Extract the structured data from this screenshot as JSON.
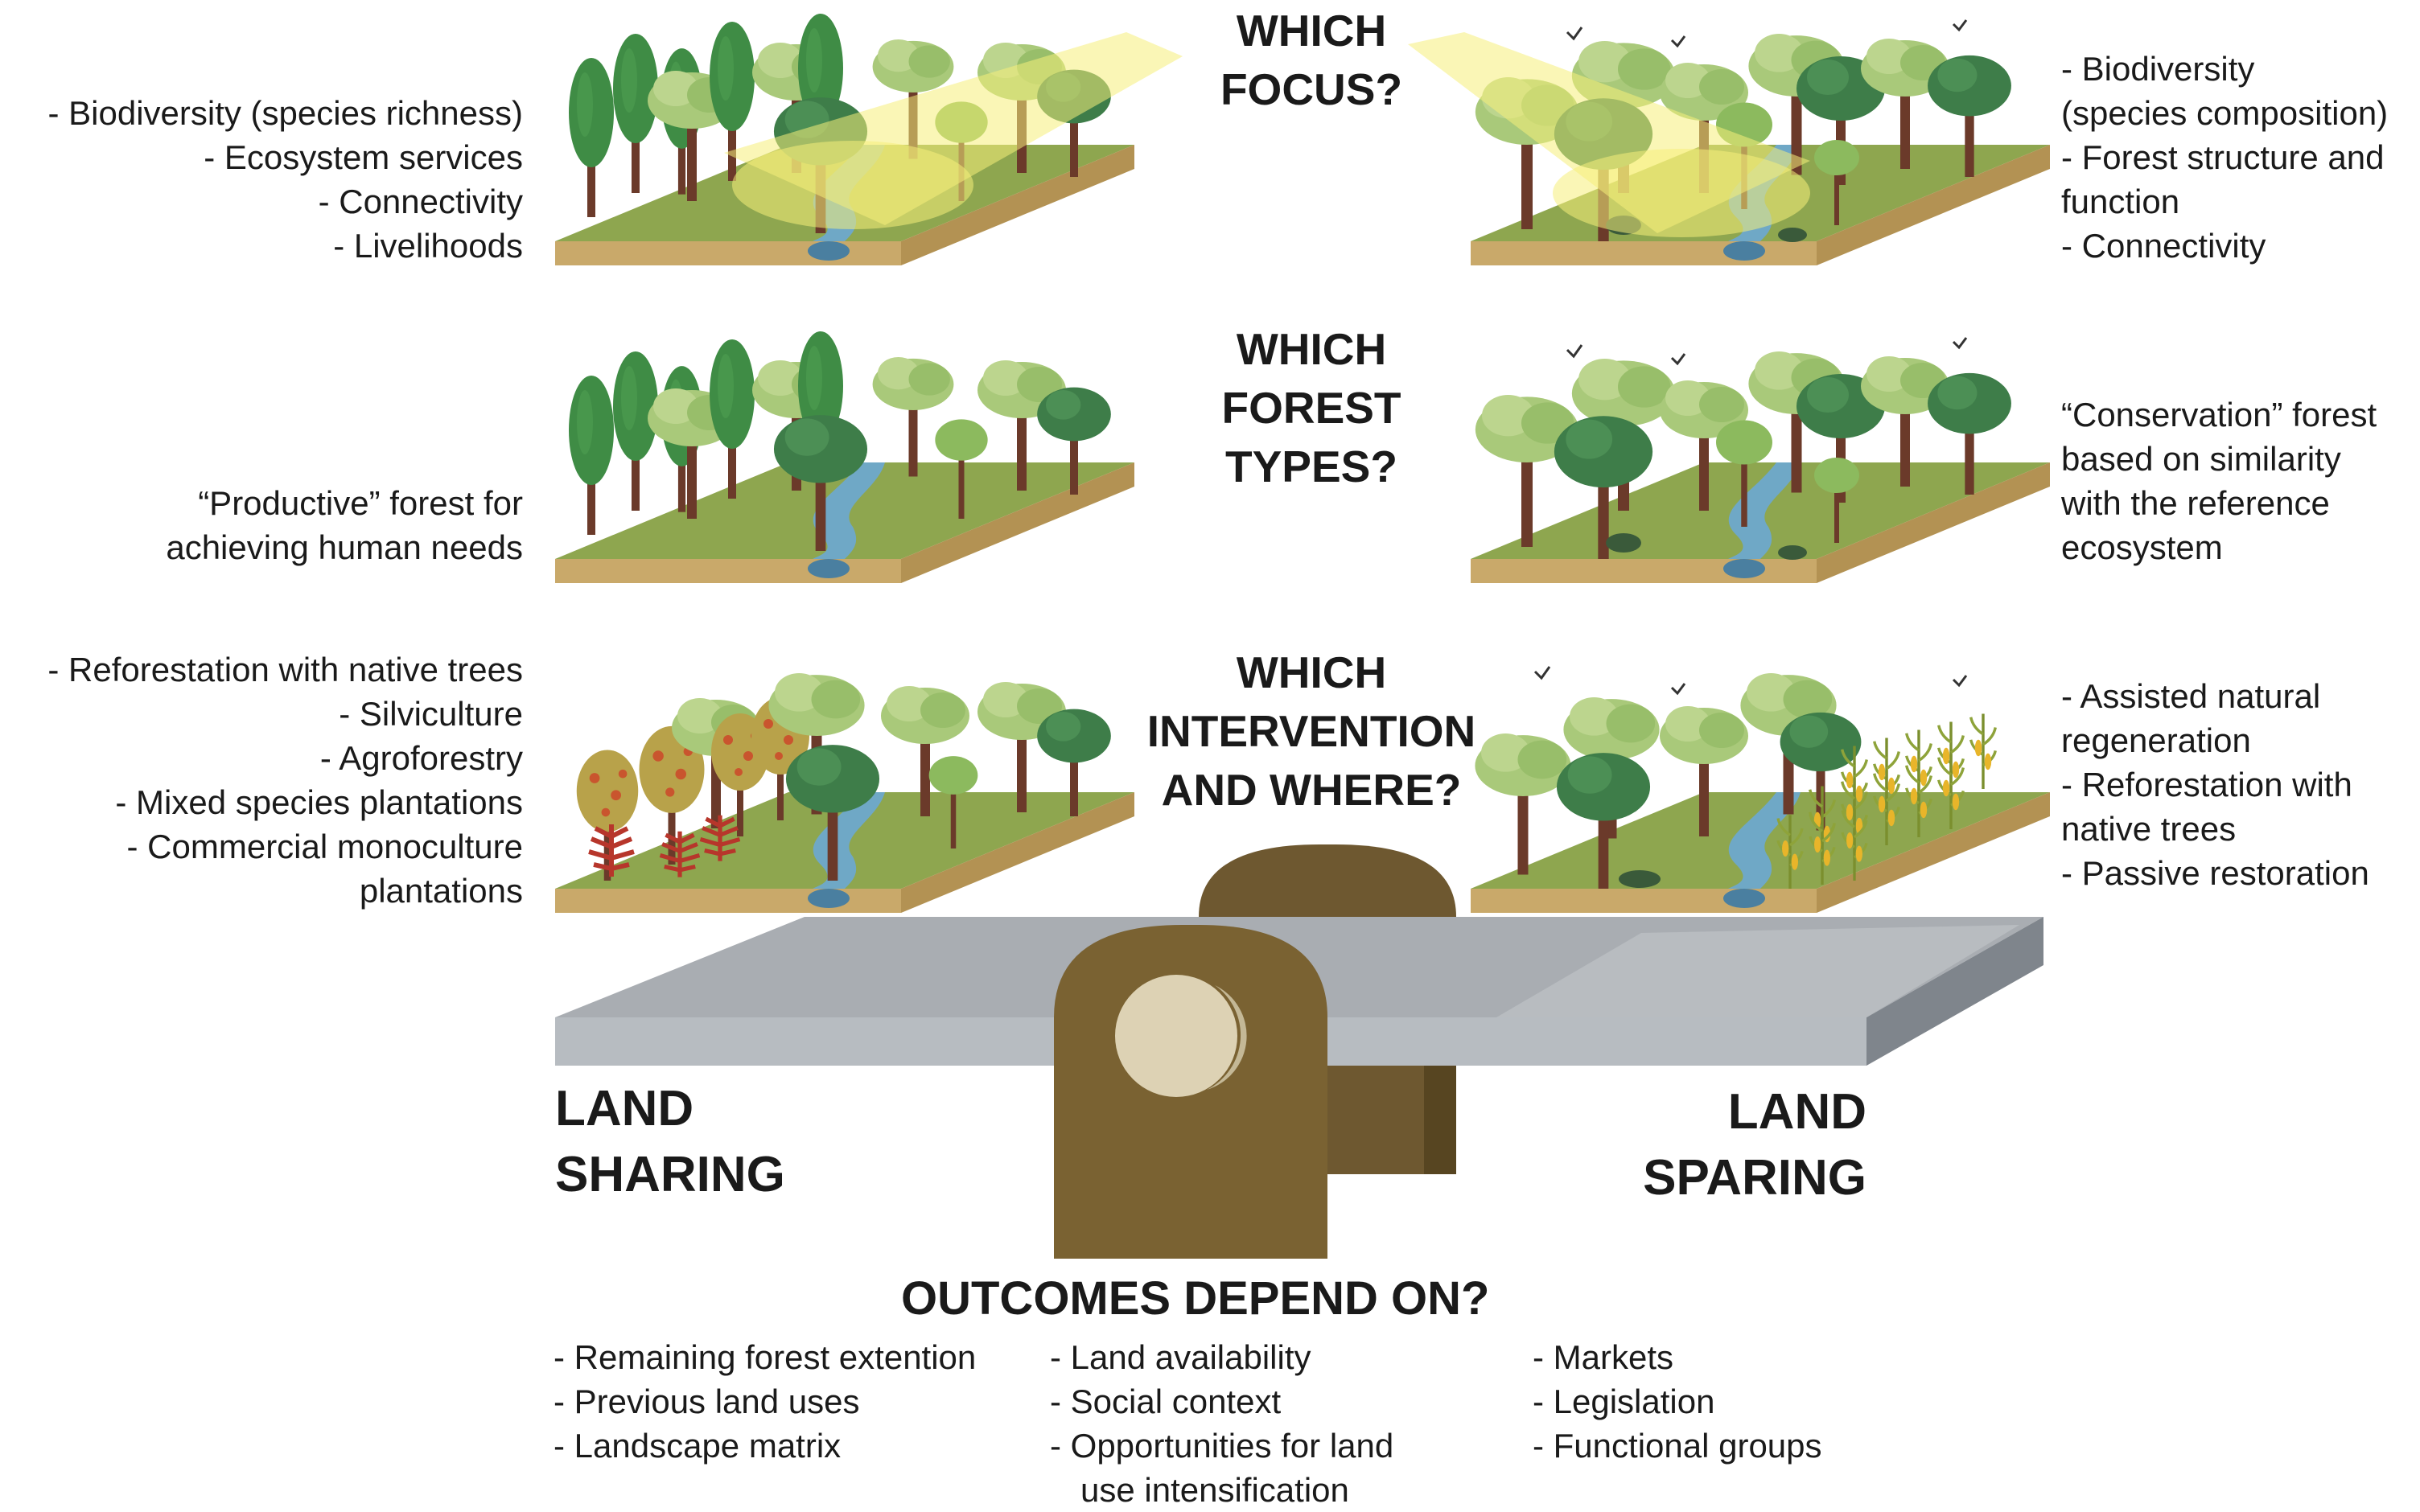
{
  "questions": {
    "focus": [
      "WHICH",
      "FOCUS?"
    ],
    "forest_types": [
      "WHICH",
      "FOREST",
      "TYPES?"
    ],
    "intervention": [
      "WHICH",
      "INTERVENTION",
      "AND WHERE?"
    ]
  },
  "left": {
    "focus_items": [
      "- Biodiversity (species richness)",
      "- Ecosystem services",
      "- Connectivity",
      "- Livelihoods"
    ],
    "forest_types": [
      "“Productive” forest for",
      "achieving human needs"
    ],
    "interventions": [
      "- Reforestation with native trees",
      "- Silviculture",
      "- Agroforestry",
      "- Mixed species plantations",
      "- Commercial monoculture",
      "plantations"
    ]
  },
  "right": {
    "focus_items": [
      "- Biodiversity",
      "(species composition)",
      "- Forest structure and",
      "function",
      "- Connectivity"
    ],
    "forest_types": [
      "“Conservation” forest",
      "based on similarity",
      "with the reference",
      "ecosystem"
    ],
    "interventions": [
      "- Assisted natural",
      "regeneration",
      "- Reforestation with",
      "native trees",
      "- Passive restoration"
    ]
  },
  "seesaw": {
    "left_label": [
      "LAND",
      "SHARING"
    ],
    "right_label": [
      "LAND",
      "SPARING"
    ]
  },
  "outcomes": {
    "title": "OUTCOMES DEPEND ON?",
    "col1": [
      "- Remaining forest extention",
      "- Previous land uses",
      "- Landscape matrix"
    ],
    "col2": [
      "- Land availability",
      "- Social context",
      "- Opportunities for land",
      "use intensification"
    ],
    "col3": [
      "- Markets",
      "- Legislation",
      "- Functional groups"
    ]
  },
  "colors": {
    "grass": "#8ea64f",
    "soil": "#c9a96a",
    "tree_dark": "#3f8c45",
    "tree_mid": "#6aa84f",
    "tree_light": "#a9c97a",
    "trunk": "#6b3a2a",
    "water": "#6fa8c6",
    "highlight": "#f5ef7a",
    "beam_top": "#a9adb2",
    "beam_front": "#b7bcc1",
    "fulcrum": "#7a6232",
    "fulcrum_dark": "#5e4a25",
    "knob": "#ddd2b4"
  },
  "icons": [
    "forest-block",
    "seesaw-beam",
    "fulcrum",
    "spotlight-beam",
    "bird-icon",
    "animal-icon"
  ]
}
